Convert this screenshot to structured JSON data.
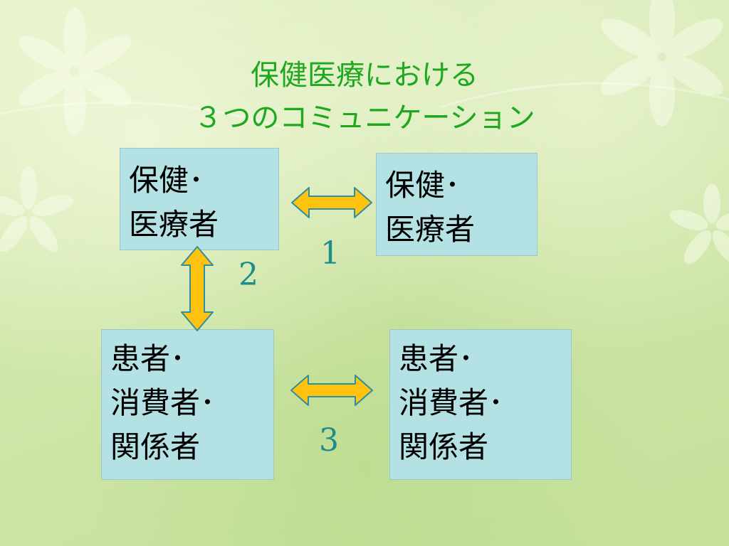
{
  "title": {
    "line1": "保健医療における",
    "line2": "３つのコミュニケーション"
  },
  "boxes": {
    "top_left": {
      "line1": "保健･",
      "line2": "医療者"
    },
    "top_right": {
      "line1": "保健･",
      "line2": "医療者"
    },
    "bottom_left": {
      "line1": "患者･",
      "line2": "消費者･",
      "line3": "関係者"
    },
    "bottom_right": {
      "line1": "患者･",
      "line2": "消費者･",
      "line3": "関係者"
    }
  },
  "labels": {
    "one": "1",
    "two": "2",
    "three": "3"
  },
  "colors": {
    "title": "#1fa81f",
    "box_fill": "#b4e1e3",
    "arrow_fill": "#ffc30f",
    "arrow_stroke": "#2f8fa0",
    "number": "#1d8c8c"
  }
}
